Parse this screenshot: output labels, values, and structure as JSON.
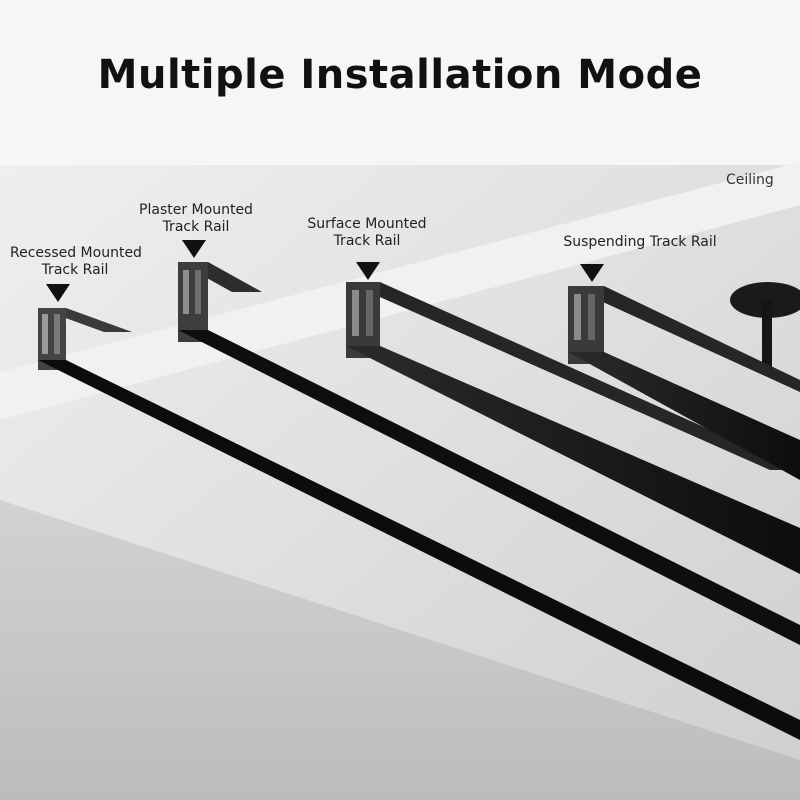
{
  "headline": "Multiple Installation Mode",
  "ceiling": "Ceiling",
  "installations": [
    {
      "line1": "Recessed Mounted",
      "line2": "Track Rail"
    },
    {
      "line1": "Plaster Mounted",
      "line2": "Track Rail"
    },
    {
      "line1": "Surface Mounted",
      "line2": "Track Rail"
    },
    {
      "line1": "Suspending Track Rail",
      "line2": ""
    }
  ],
  "colors": {
    "rail": "#111111",
    "ceiling": "#d6d6d6",
    "wall": "#c4c4c4",
    "background": "#ffffff"
  }
}
